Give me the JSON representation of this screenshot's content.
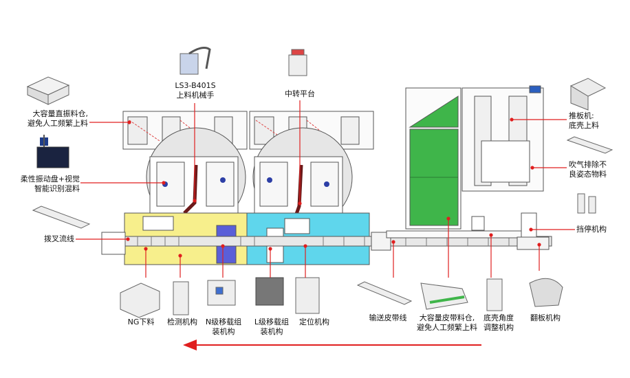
{
  "labels": {
    "robot": [
      "LS3-B401S",
      "上料机械手"
    ],
    "transfer": "中转平台",
    "silo": [
      "大容量直振料仓,",
      "避免人工频繁上料"
    ],
    "flexible_feeder": [
      "柔性振动盘+视觉",
      "智能识别混料"
    ],
    "fork_line": "拨叉流线",
    "push_plate": [
      "推板机:",
      "底壳上料"
    ],
    "air_blow": [
      "吹气排除不",
      "良姿态物料"
    ],
    "stopper": "挡停机构",
    "ng": "NG下料",
    "inspect": "检测机构",
    "n_transfer": [
      "N级移载组",
      "装机构"
    ],
    "l_transfer": [
      "L级移载组",
      "装机构"
    ],
    "positioning": "定位机构",
    "conveyor": "输送皮带线",
    "belt_silo": [
      "大容量皮带料仓,",
      "避免人工频繁上料"
    ],
    "angle_adjust": [
      "底壳角度",
      "调整机构"
    ],
    "flip": "翻板机构"
  },
  "colors": {
    "accent_red": "#e01e1e",
    "yellow_zone": "#f7ef8c",
    "cyan_zone": "#5fd6ec",
    "green_panel": "#3fb54a",
    "blue_block": "#5a5fd8",
    "line_gray": "#555555"
  }
}
